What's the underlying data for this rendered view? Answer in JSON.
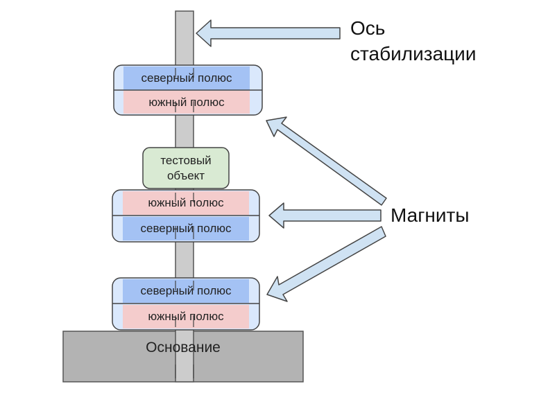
{
  "labels": {
    "axis_line1": "Ось",
    "axis_line2": "стабилизации",
    "magnets": "Магниты",
    "test_object_line1": "тестовый",
    "test_object_line2": "объект",
    "base": "Основание"
  },
  "magnets": [
    {
      "top_pole": "северный полюс",
      "bottom_pole": "южный полюс"
    },
    {
      "top_pole": "южный полюс",
      "bottom_pole": "северный полюс"
    },
    {
      "top_pole": "северный полюс",
      "bottom_pole": "южный полюс"
    }
  ],
  "colors": {
    "north": "#a4c2f4",
    "south": "#f4cccc",
    "magnet_body": "#dae8fc",
    "test_object": "#d9ead3",
    "base": "#b3b3b3",
    "rod": "#cccccc",
    "arrow": "#cfe2f3"
  }
}
